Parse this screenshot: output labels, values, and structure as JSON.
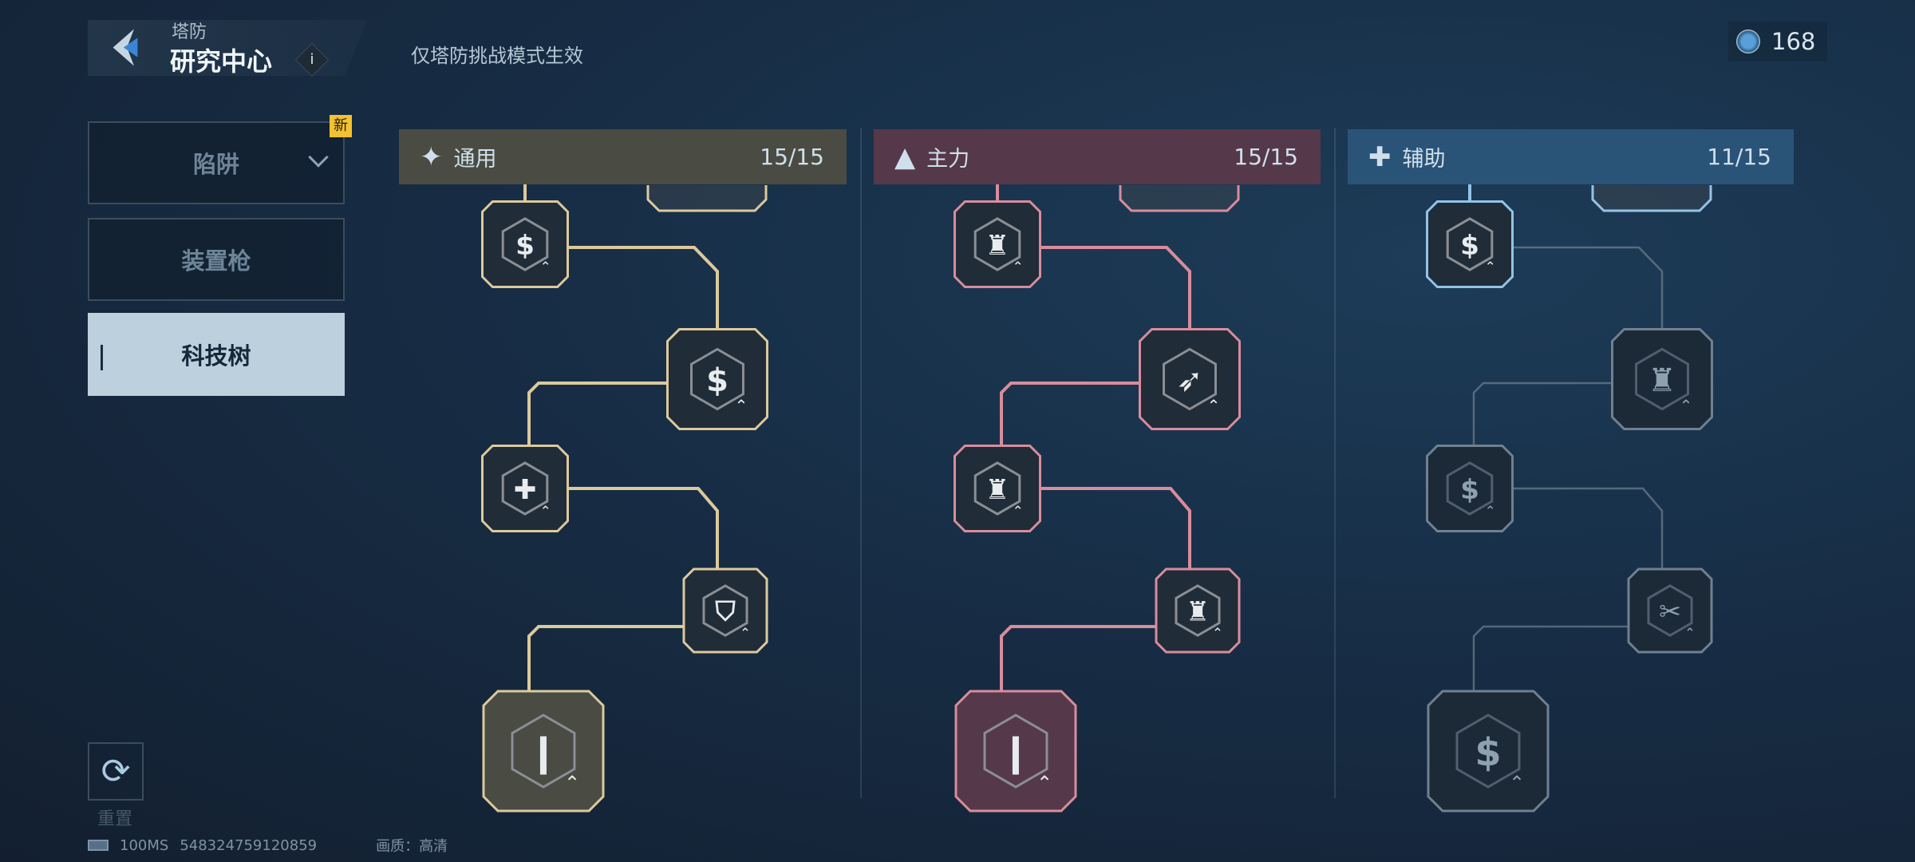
{
  "header": {
    "category": "塔防",
    "title": "研究中心",
    "subtitle": "仅塔防挑战模式生效",
    "back_icon": "back-arrow-icon",
    "info_icon": "info-icon"
  },
  "currency": {
    "icon": "research-chip-icon",
    "amount": "168"
  },
  "sidebar": {
    "items": [
      {
        "label": "陷阱",
        "badge": "新",
        "active": false,
        "has_dropdown": true
      },
      {
        "label": "装置枪",
        "active": false
      },
      {
        "label": "科技树",
        "active": true
      }
    ]
  },
  "reset": {
    "label": "重置",
    "icon": "refresh-icon"
  },
  "footer": {
    "ping": "100MS",
    "uid": "548324759120859",
    "quality_label": "画质：",
    "quality_value": "高清"
  },
  "columns": [
    {
      "name": "通用",
      "progress": "15/15",
      "icon": "star-diamond-icon",
      "color": "#dcc99c",
      "header_bg": "#4a4b42",
      "nodes": [
        {
          "icon": "money-boost-icon",
          "unlocked": true
        },
        {
          "icon": "money-wrench-icon",
          "unlocked": true
        },
        {
          "icon": "heal-heart-icon",
          "unlocked": true
        },
        {
          "icon": "shield-icon",
          "unlocked": true
        },
        {
          "icon": "bullet-upgrade-icon",
          "unlocked": true
        }
      ]
    },
    {
      "name": "主力",
      "progress": "15/15",
      "icon": "triangle-tower-icon",
      "color": "#d98c9c",
      "header_bg": "#55394a",
      "nodes": [
        {
          "icon": "tower-upgrade-icon",
          "unlocked": true
        },
        {
          "icon": "missile-icon",
          "unlocked": true
        },
        {
          "icon": "tower-upgrade-icon",
          "unlocked": true
        },
        {
          "icon": "tower-upgrade-icon",
          "unlocked": true
        },
        {
          "icon": "bullet-upgrade-icon",
          "unlocked": true
        }
      ]
    },
    {
      "name": "辅助",
      "progress": "11/15",
      "icon": "plus-cross-icon",
      "color": "#93c3e6",
      "header_bg": "#2a5378",
      "nodes": [
        {
          "icon": "money-boost-icon",
          "unlocked": true
        },
        {
          "icon": "tower-upgrade-icon",
          "unlocked": false
        },
        {
          "icon": "money-wrench-icon",
          "unlocked": false
        },
        {
          "icon": "tools-icon",
          "unlocked": false
        },
        {
          "icon": "money-upgrade-icon",
          "unlocked": false
        }
      ]
    }
  ]
}
